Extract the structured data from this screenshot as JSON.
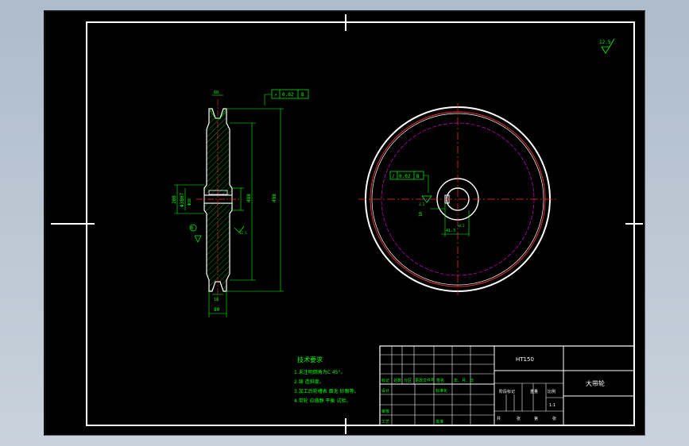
{
  "drawing": {
    "roughness_left": "12.5",
    "roughness_top": "12.5",
    "dim_width": "60",
    "tol_flat": "0.02",
    "tol_flat_code": "B",
    "dim_total_width": "80",
    "dim_depth": "18",
    "dim_d1": "208",
    "dim_d2": "488",
    "dim_d3": "498",
    "dim_hub": "Φ38",
    "dim_fit": "Φ38H7",
    "circ_tol": "0.02",
    "circ_tol_code": "B",
    "circ_rough": "3.2",
    "circ_key_dim": "41.3",
    "circ_key_tol": "+0.2",
    "circ_side_dim": "10",
    "datum": "B",
    "tech_title": "技术要求",
    "tech_items": [
      "1.未注明倒角为C 45°。",
      "2.铸 造斜度。",
      "3.加工后轮槽表 面无 砂眼等。",
      "4.带轮 应做静 平衡 试验。"
    ]
  },
  "title_block": {
    "material": "HT150",
    "part_name": "大带轮",
    "rev_headers": [
      "标记",
      "处数",
      "分区",
      "更改文件号",
      "签名",
      "年、月、日"
    ],
    "sign_labels": [
      "设计",
      "审核",
      "工艺"
    ],
    "std_label": "标准化",
    "approve_label": "批准",
    "stage_label": "阶段标记",
    "weight_label": "重量",
    "ratio_label": "比例",
    "ratio": "1:1",
    "sheet_labels": [
      "共",
      "张",
      "第",
      "张"
    ]
  }
}
